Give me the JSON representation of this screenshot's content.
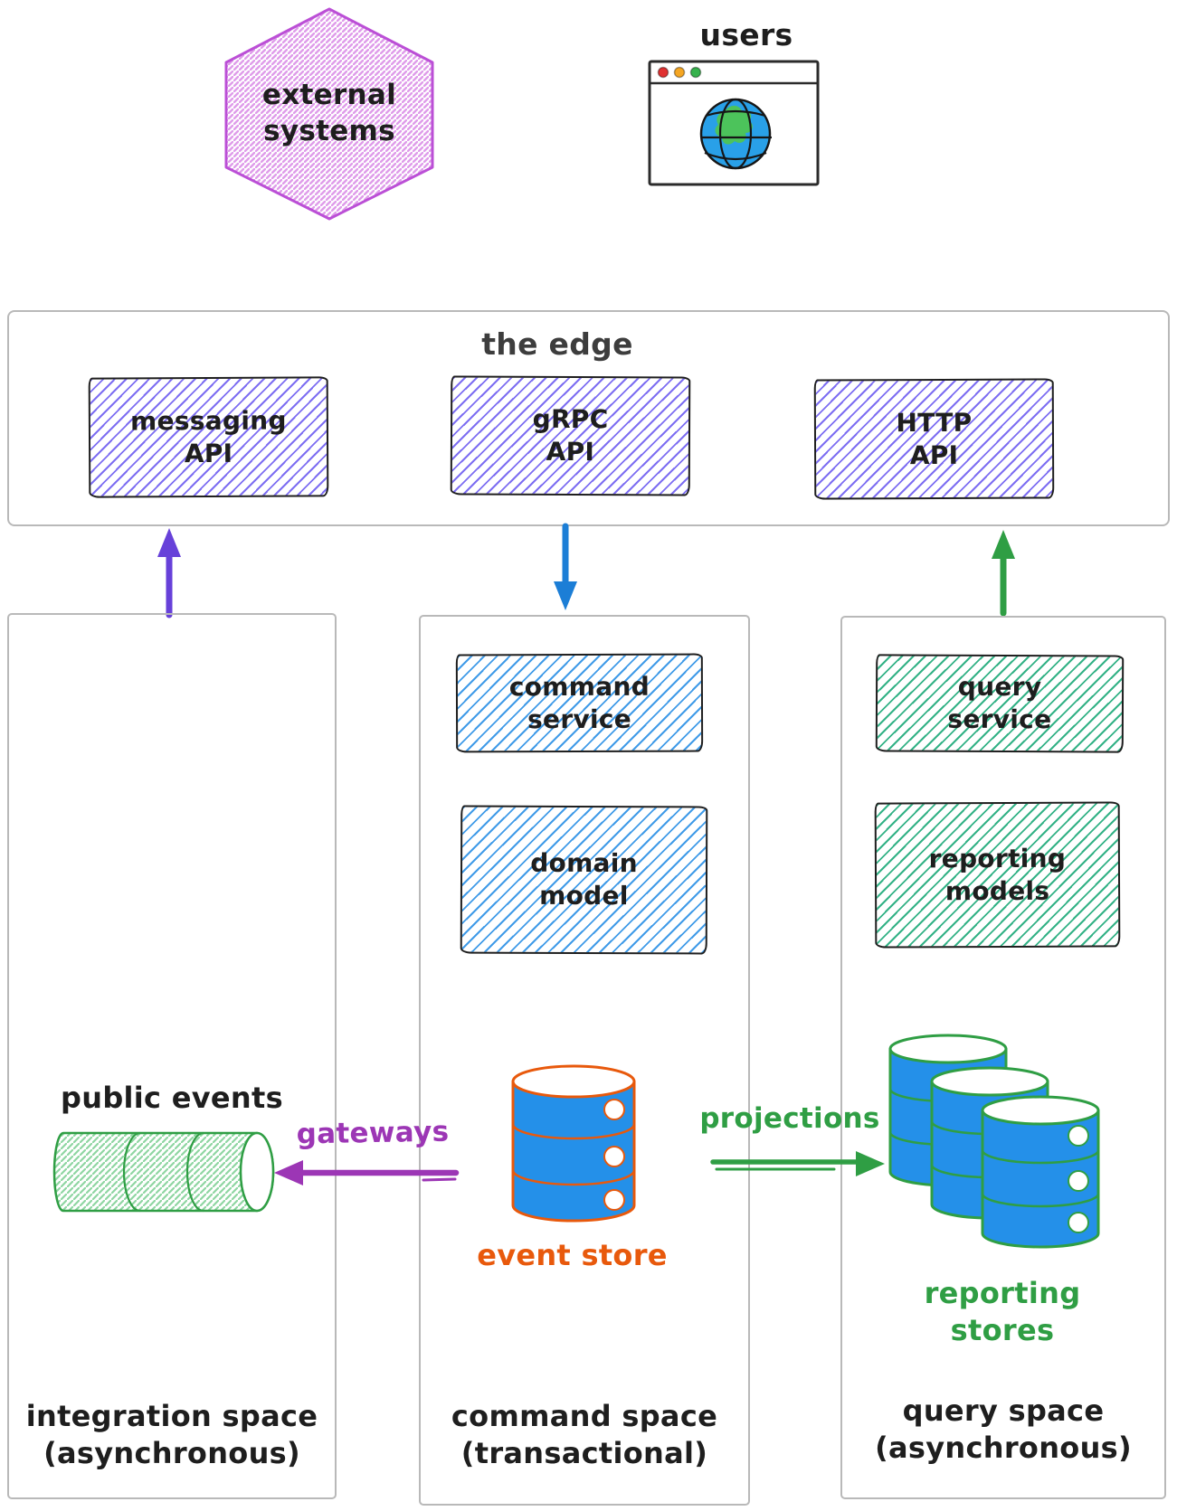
{
  "colors": {
    "ink": "#1e1e1e",
    "container-border": "#b9b9b9",
    "edge-text": "#3d3d3d",
    "violet-hatch": "#7d6ef2",
    "blue-hatch": "#409be8",
    "green-hatch": "#33b286",
    "lightgreen-hatch": "#8fd6a2",
    "hex-stroke": "#bb4fd6",
    "hex-hatch": "#df9cea",
    "arrow-violet": "#6741d9",
    "arrow-blue": "#1c7ed6",
    "arrow-green": "#2f9e44",
    "grape": "#9c36b5",
    "orange": "#e8590c",
    "db-blue": "#2490e9",
    "db-green": "#2f9e44",
    "dot-red": "#e03131",
    "dot-yellow": "#f5a623",
    "dot-green": "#37b24d",
    "globe-blue": "#29a0e8",
    "globe-land": "#4cc35b",
    "browser-ink": "#2b2b2b"
  },
  "actors": {
    "external_systems": "external\nsystems",
    "users": "users"
  },
  "edge": {
    "label": "the edge",
    "apis": [
      {
        "label": "messaging\nAPI"
      },
      {
        "label": "gRPC\nAPI"
      },
      {
        "label": "HTTP\nAPI"
      }
    ]
  },
  "integration_space": {
    "title": "integration space\n(asynchronous)",
    "public_events": "public events"
  },
  "command_space": {
    "title": "command space\n(transactional)",
    "command_service": "command\nservice",
    "domain_model": "domain\nmodel",
    "event_store": "event store"
  },
  "query_space": {
    "title": "query space\n(asynchronous)",
    "query_service": "query\nservice",
    "reporting_models": "reporting\nmodels",
    "reporting_stores": "reporting\nstores"
  },
  "flows": {
    "gateways": "gateways",
    "projections": "projections"
  }
}
